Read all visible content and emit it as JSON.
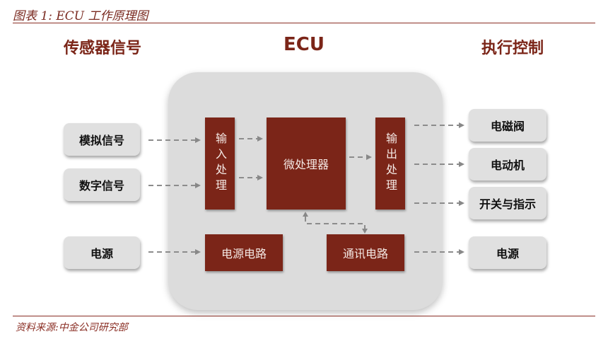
{
  "caption": "图表 1:  ECU 工作原理图",
  "headings": {
    "left": "传感器信号",
    "center": "ECU",
    "right": "执行控制"
  },
  "inputs": {
    "analog": "模拟信号",
    "digital": "数字信号",
    "power": "电源"
  },
  "ecu": {
    "input_processing": "输入处理",
    "microprocessor": "微处理器",
    "output_processing": "输出处理",
    "power_circuit": "电源电路",
    "comm_circuit": "通讯电路"
  },
  "outputs": {
    "solenoid": "电磁阀",
    "motor": "电动机",
    "switch_indicator": "开关与指示",
    "power": "电源"
  },
  "source": "资料来源:中金公司研究部"
}
